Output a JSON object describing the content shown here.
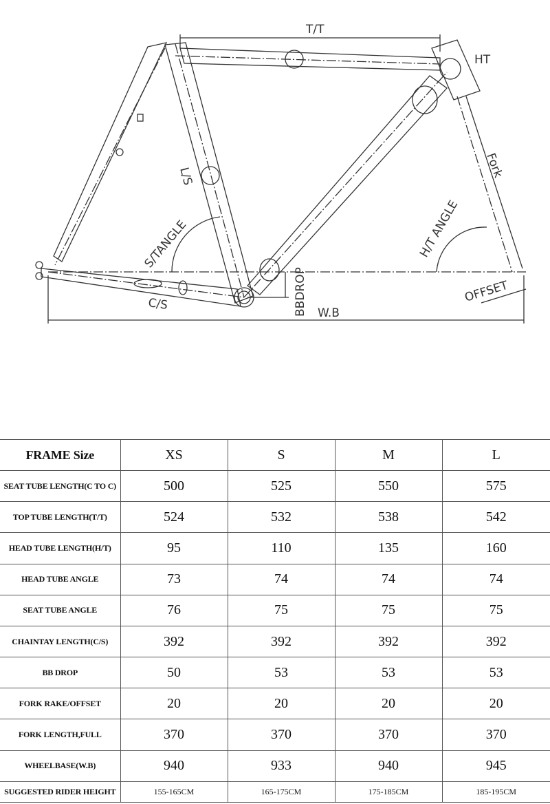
{
  "diagram": {
    "labels": {
      "tt": "T/T",
      "ht": "HT",
      "fork": "Fork",
      "ht_angle": "H/T ANGLE",
      "st_angle": "S/TANGLE",
      "ls": "L/S",
      "cs": "C/S",
      "bbdrop": "BBDROP",
      "wb": "W.B",
      "offset": "OFFSET"
    }
  },
  "table": {
    "header": [
      "FRAME Size",
      "XS",
      "S",
      "M",
      "L"
    ],
    "rows": [
      [
        "SEAT TUBE LENGTH(C TO C)",
        "500",
        "525",
        "550",
        "575"
      ],
      [
        "TOP TUBE LENGTH(T/T)",
        "524",
        "532",
        "538",
        "542"
      ],
      [
        "HEAD TUBE LENGTH(H/T)",
        "95",
        "110",
        "135",
        "160"
      ],
      [
        "HEAD TUBE ANGLE",
        "73",
        "74",
        "74",
        "74"
      ],
      [
        "SEAT TUBE ANGLE",
        "76",
        "75",
        "75",
        "75"
      ],
      [
        "CHAINTAY LENGTH(C/S)",
        "392",
        "392",
        "392",
        "392"
      ],
      [
        "BB DROP",
        "50",
        "53",
        "53",
        "53"
      ],
      [
        "FORK RAKE/OFFSET",
        "20",
        "20",
        "20",
        "20"
      ],
      [
        "FORK LENGTH,FULL",
        "370",
        "370",
        "370",
        "370"
      ],
      [
        "WHEELBASE(W.B)",
        "940",
        "933",
        "940",
        "945"
      ],
      [
        "SUGGESTED RIDER HEIGHT",
        "155-165CM",
        "165-175CM",
        "175-185CM",
        "185-195CM"
      ]
    ]
  }
}
